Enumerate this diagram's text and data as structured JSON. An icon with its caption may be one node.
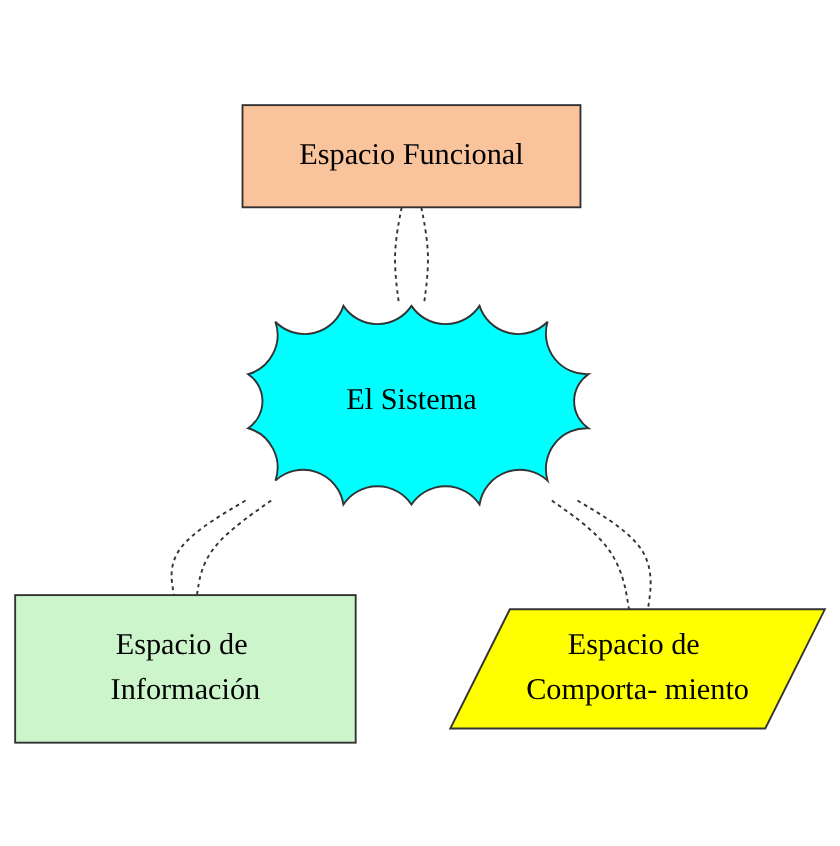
{
  "diagram": {
    "nodes": [
      {
        "text": [
          "Espacio Funcional"
        ]
      },
      {
        "text": [
          "El Sistema"
        ]
      },
      {
        "text": [
          "Espacio de Información"
        ]
      },
      {
        "text": [
          "Espacio de Comporta- miento"
        ]
      }
    ],
    "edges": [
      {
        "from": 0,
        "to": 1,
        "arrow": "none",
        "style": "dashed"
      },
      {
        "from": 0,
        "to": 1,
        "arrow": "none",
        "style": "dashed"
      },
      {
        "from": 1,
        "to": 2,
        "arrow": "none",
        "style": "dashed"
      },
      {
        "from": 1,
        "to": 2,
        "arrow": "none",
        "style": "dashed"
      },
      {
        "from": 1,
        "to": 3,
        "arrow": "none",
        "style": "dashed"
      },
      {
        "from": 1,
        "to": 3,
        "arrow": "none",
        "style": "dashed"
      }
    ]
  }
}
